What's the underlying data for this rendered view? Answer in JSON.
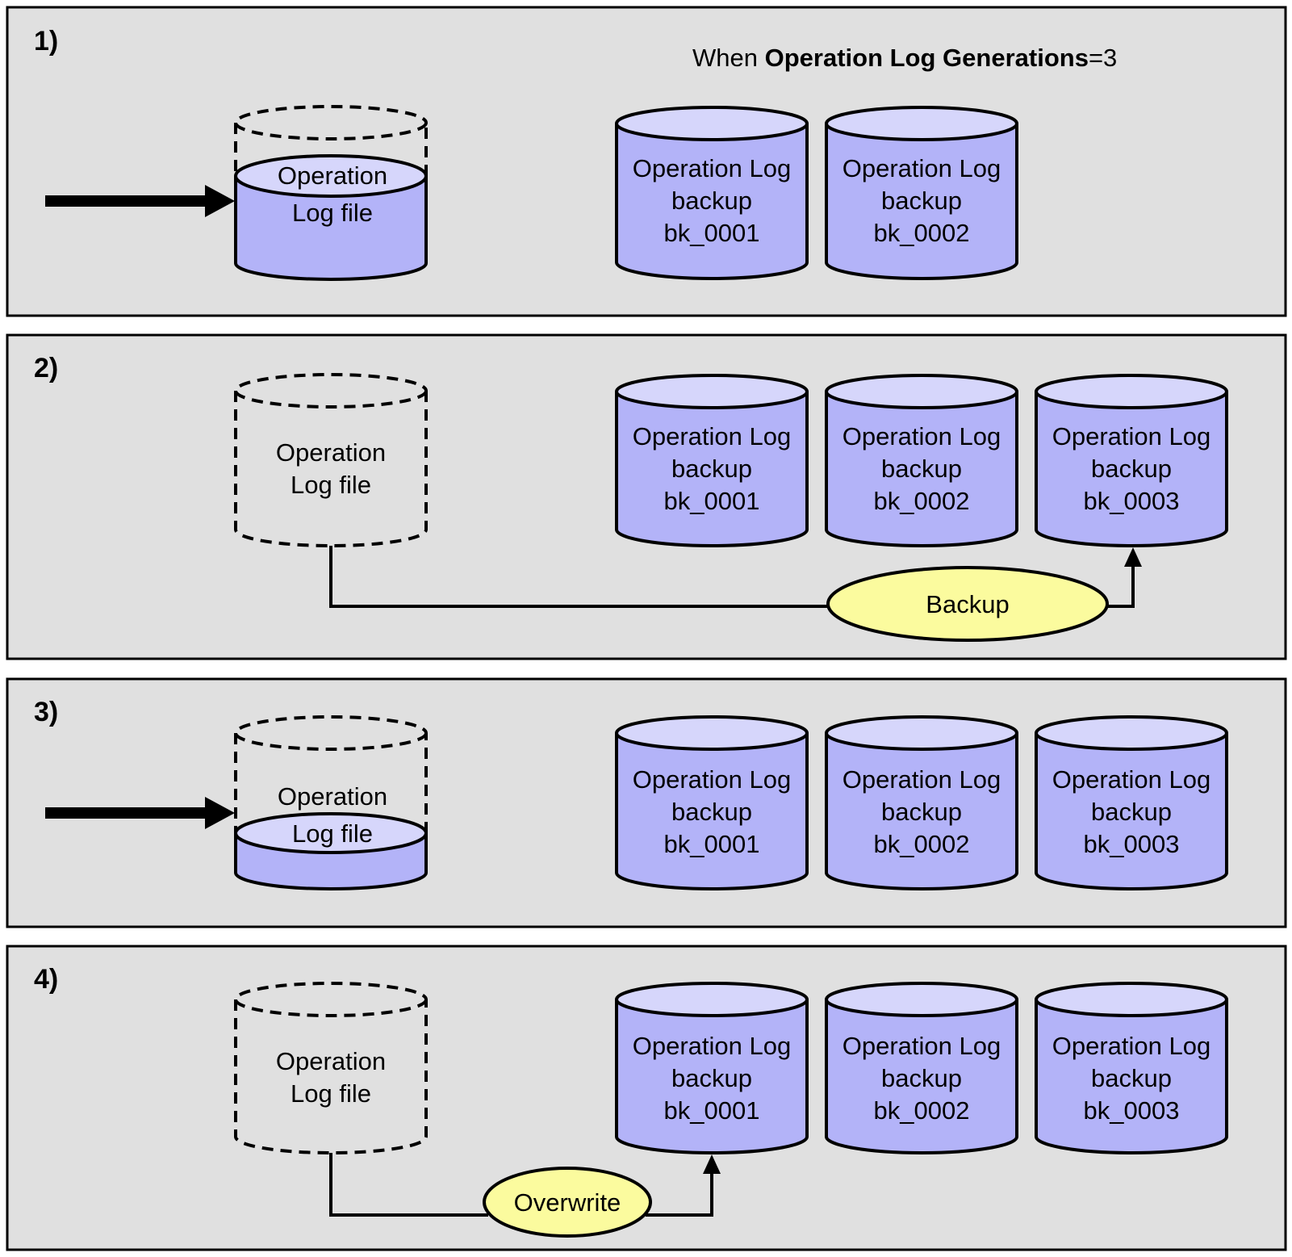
{
  "header": {
    "prefix": "When ",
    "bold": "Operation Log Generations",
    "suffix": "=3"
  },
  "panels": [
    {
      "number": "1)"
    },
    {
      "number": "2)"
    },
    {
      "number": "3)"
    },
    {
      "number": "4)"
    }
  ],
  "log_file": {
    "line1": "Operation",
    "line2": "Log file"
  },
  "backup_cylinder": {
    "line1": "Operation Log",
    "line2": "backup"
  },
  "backups": [
    {
      "id": "bk_0001"
    },
    {
      "id": "bk_0002"
    },
    {
      "id": "bk_0003"
    }
  ],
  "actions": {
    "backup": "Backup",
    "overwrite": "Overwrite"
  },
  "colors": {
    "panel_background": "#e0e0e0",
    "cylinder_body": "#b3b3f8",
    "cylinder_top": "#d6d6fb",
    "action_ellipse": "#fbfb9e"
  }
}
